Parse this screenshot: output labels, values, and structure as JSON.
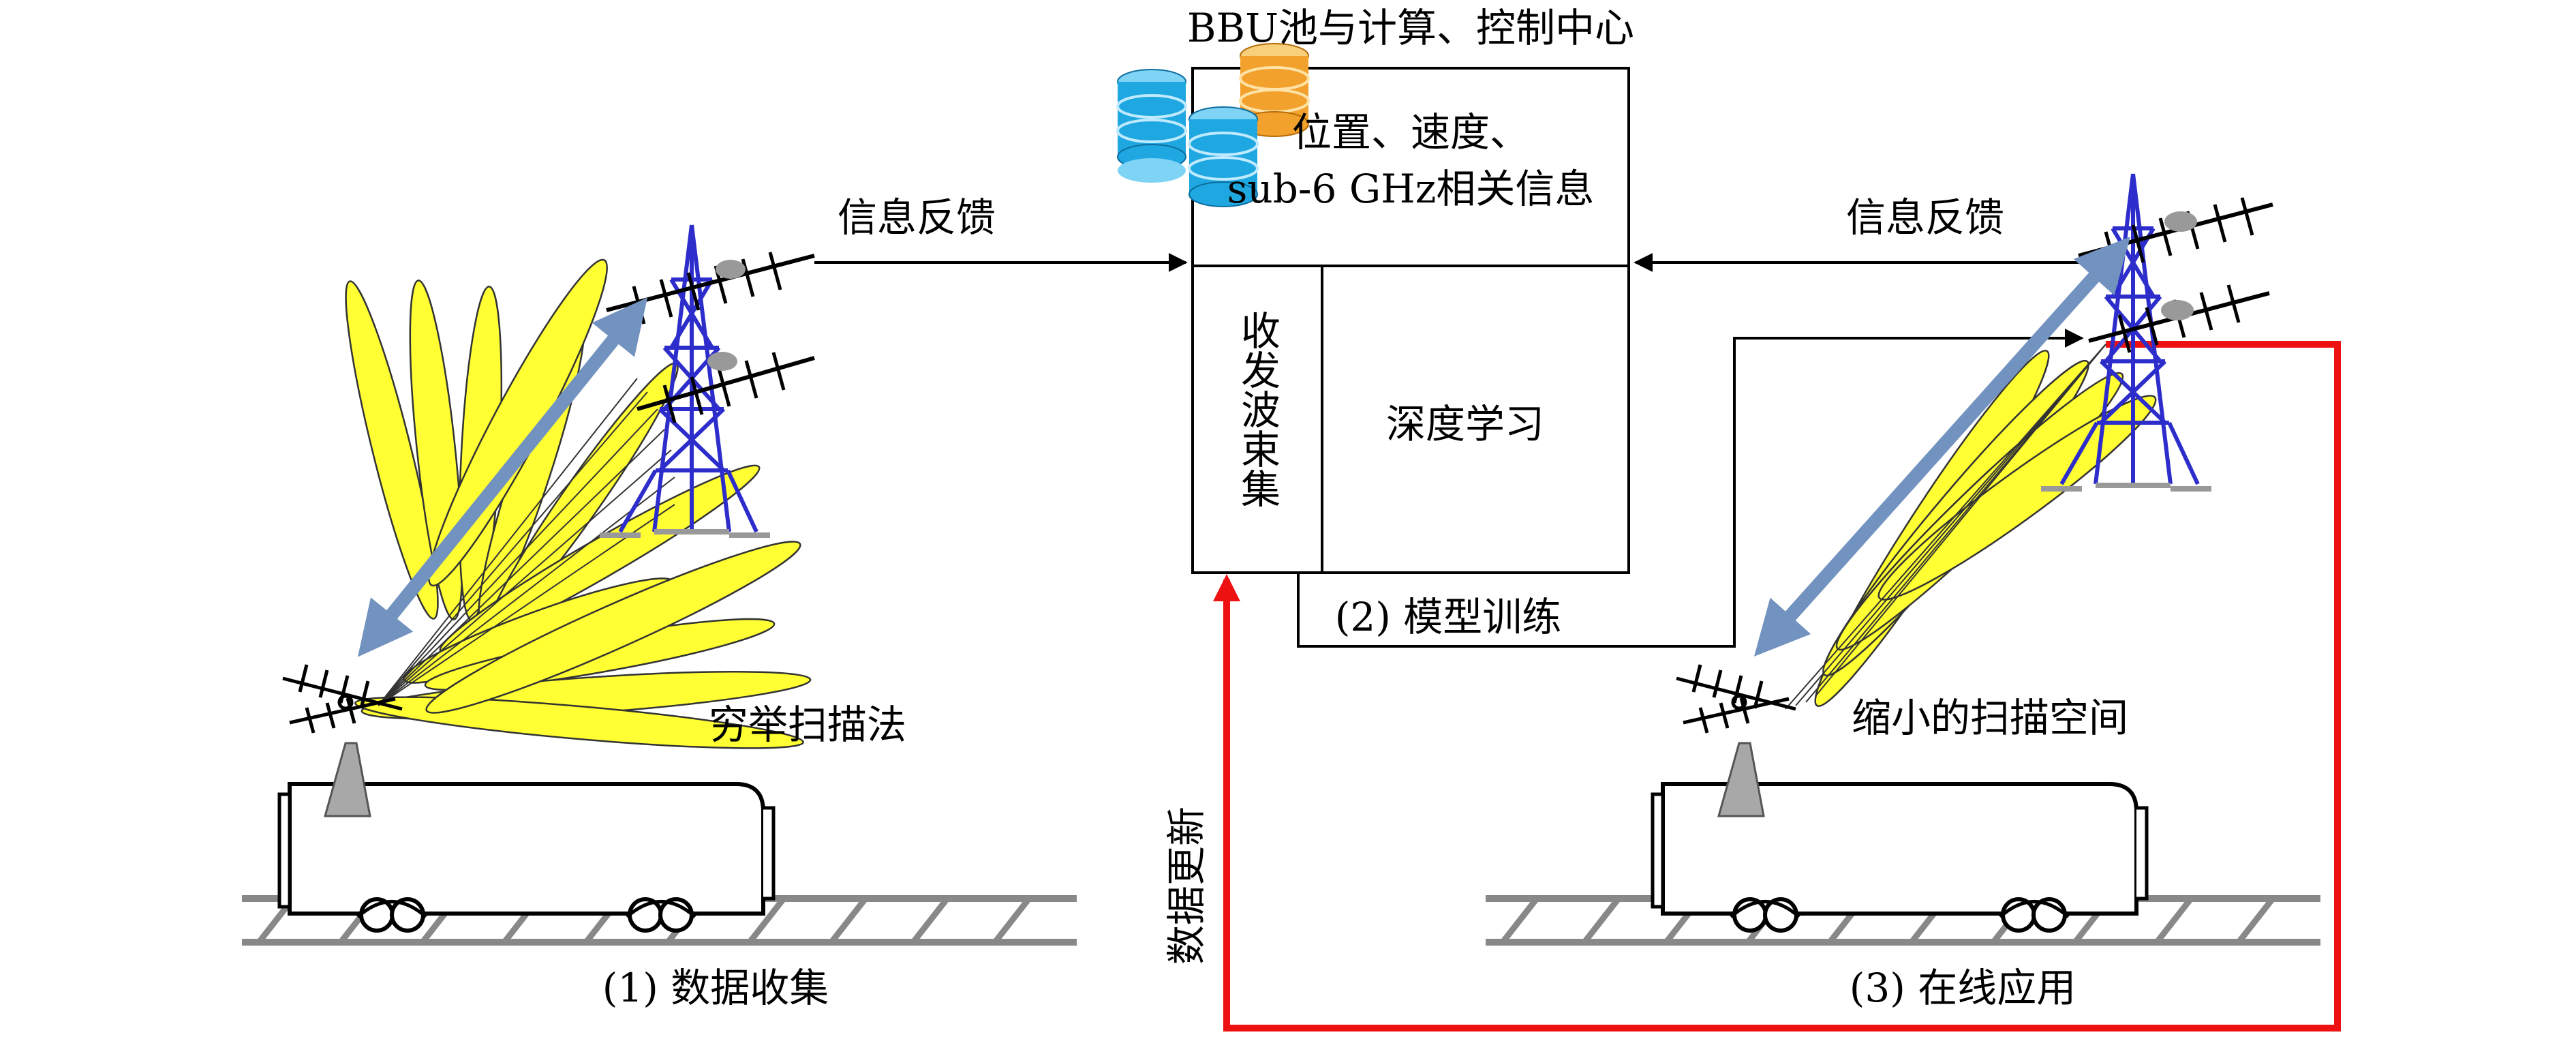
{
  "center_block": {
    "title": "BBU池与计算、控制中心",
    "info_line1": "位置、速度、",
    "info_line2": "sub-6 GHz相关信息",
    "beam_collection": "收发波束集",
    "deep_learning": "深度学习"
  },
  "feedback_left": "信息反馈",
  "feedback_right": "信息反馈",
  "step1": {
    "scan_method": "穷举扫描法",
    "caption": "(1) 数据收集"
  },
  "step2": {
    "caption": "(2) 模型训练"
  },
  "step3": {
    "scan_method": "缩小的扫描空间",
    "caption": "(3) 在线应用"
  },
  "data_update": "数据更新",
  "colors": {
    "beam_fill": "#ffff33",
    "link_arrow": "#7292bf",
    "tower": "#2d2dcc",
    "update_line": "#ee1111",
    "db_blue": "#1ea7e0",
    "db_orange": "#f2a12c"
  }
}
